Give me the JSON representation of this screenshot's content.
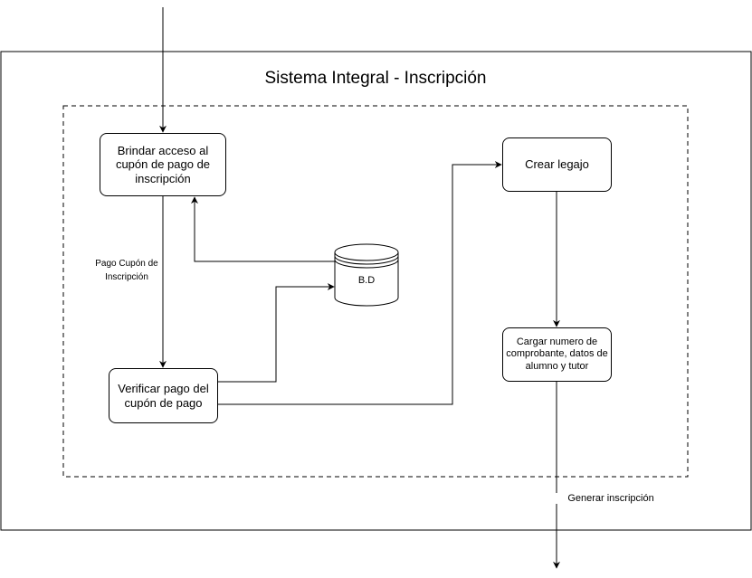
{
  "title": "Sistema Integral - Inscripción",
  "nodes": {
    "brindar_acceso": "Brindar acceso al cupón de pago de inscripción",
    "crear_legajo": "Crear legajo",
    "verificar_pago": "Verificar pago del cupón de pago",
    "cargar_numero": "Cargar numero de comprobante, datos de alumno y tutor",
    "database": "B.D"
  },
  "edge_labels": {
    "pago_cupon": "Pago Cupón de Inscripción",
    "generar_inscripcion": "Generar inscripción"
  }
}
